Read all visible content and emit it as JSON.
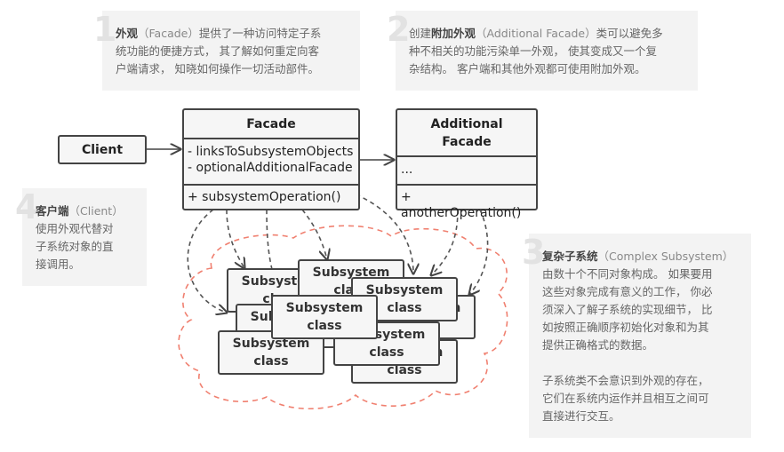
{
  "notes": {
    "facade": {
      "number": "1",
      "term": "外观",
      "term_en": "（Facade）",
      "text_line1": "提供了一种访问特定子系",
      "text_line2": "统功能的便捷方式， 其了解如何重定向客",
      "text_line3": "户端请求， 知晓如何操作一切活动部件。"
    },
    "additional": {
      "number": "2",
      "prefix": "创建",
      "term": "附加外观",
      "term_en": "（Additional Facade）",
      "text_line1": "类可以避免多",
      "text_line2": "种不相关的功能污染单一外观， 使其变成又一个复",
      "text_line3": "杂结构。 客户端和其他外观都可使用附加外观。"
    },
    "subsystem": {
      "number": "3",
      "term": "复杂子系统",
      "term_en": "（Complex Subsystem）",
      "line1": "由数十个不同对象构成。 如果要用",
      "line2": "这些对象完成有意义的工作， 你必",
      "line3": "须深入了解子系统的实现细节， 比",
      "line4": "如按照正确顺序初始化对象和为其",
      "line5": "提供正确格式的数据。",
      "line6": "子系统类不会意识到外观的存在，",
      "line7": "它们在系统内运作并且相互之间可",
      "line8": "直接进行交互。"
    },
    "client": {
      "number": "4",
      "term": "客户端",
      "term_en": "（Client）",
      "line1": "使用外观代替对",
      "line2": "子系统对象的直",
      "line3": "接调用。"
    }
  },
  "diagram": {
    "client_label": "Client",
    "facade": {
      "title": "Facade",
      "fields": [
        "- linksToSubsystemObjects",
        "- optionalAdditionalFacade"
      ],
      "methods": [
        "+ subsystemOperation()"
      ]
    },
    "additional_facade": {
      "title_line1": "Additional",
      "title_line2": "Facade",
      "fields": [
        "..."
      ],
      "methods": [
        "+ anotherOperation()"
      ]
    },
    "subsystem_class_title": "Subsystem",
    "subsystem_class_subtitle": "class",
    "colors": {
      "cloud": "#f08070",
      "border": "#444444",
      "box_fill": "#f6f6f6",
      "note_fill": "#f3f3f3"
    }
  }
}
